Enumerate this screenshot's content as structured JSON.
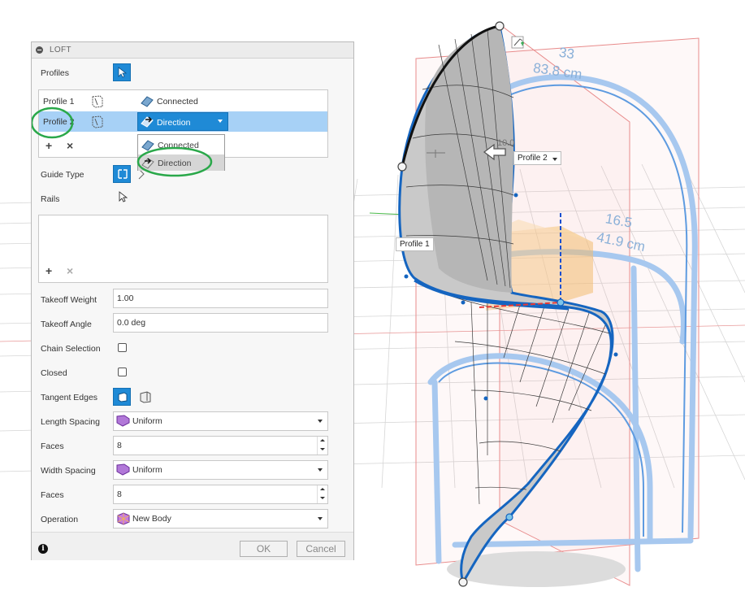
{
  "dialog": {
    "title": "LOFT",
    "profiles_label": "Profiles",
    "profiles": [
      {
        "name": "Profile 1",
        "type": "Connected"
      },
      {
        "name": "Profile 2",
        "type": "Direction"
      }
    ],
    "dropdown_options": [
      "Connected",
      "Direction"
    ],
    "dropdown_highlighted": "Direction",
    "guide_type_label": "Guide Type",
    "rails_label": "Rails",
    "takeoff_weight_label": "Takeoff Weight",
    "takeoff_weight_value": "1.00",
    "takeoff_angle_label": "Takeoff Angle",
    "takeoff_angle_value": "0.0 deg",
    "chain_selection_label": "Chain Selection",
    "chain_selection_checked": false,
    "closed_label": "Closed",
    "closed_checked": false,
    "tangent_edges_label": "Tangent Edges",
    "length_spacing_label": "Length Spacing",
    "length_spacing_value": "Uniform",
    "faces_label": "Faces",
    "length_faces_value": "8",
    "width_spacing_label": "Width Spacing",
    "width_spacing_value": "Uniform",
    "width_faces_value": "8",
    "operation_label": "Operation",
    "operation_value": "New Body",
    "ok_label": "OK",
    "cancel_label": "Cancel"
  },
  "viewport": {
    "profile1_label": "Profile 1",
    "profile2_label": "Profile 2",
    "measure_top": "83.8 cm",
    "measure_top_partial": "33",
    "measure_mid_value": "16.5",
    "measure_mid_unit": "41.9 cm",
    "partial_value": "10.0"
  },
  "colors": {
    "accent": "#1f8ad6",
    "selected_row": "#a7d1f6",
    "annotation_green": "#2aa84a",
    "sketch_blue": "#1a73d0"
  }
}
